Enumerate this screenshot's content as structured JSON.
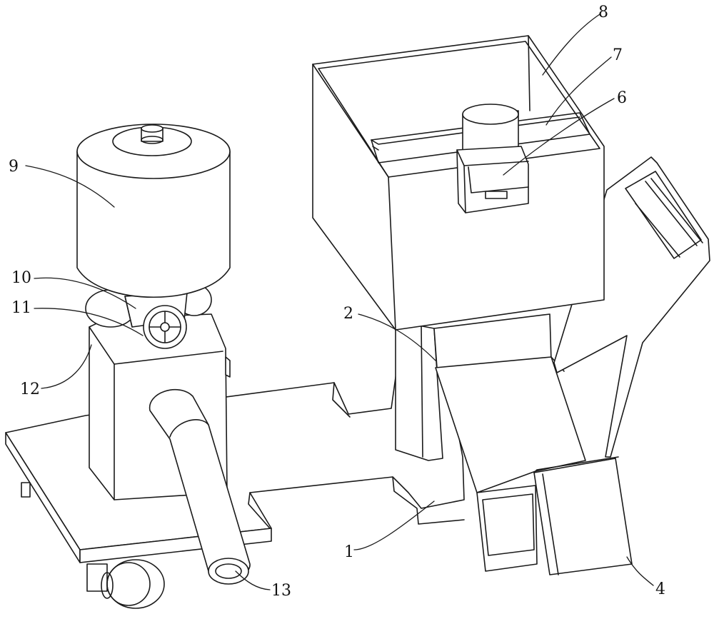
{
  "labels": [
    {
      "id": "1",
      "text": "1"
    },
    {
      "id": "2",
      "text": "2"
    },
    {
      "id": "4",
      "text": "4"
    },
    {
      "id": "6",
      "text": "6"
    },
    {
      "id": "7",
      "text": "7"
    },
    {
      "id": "8",
      "text": "8"
    },
    {
      "id": "9",
      "text": "9"
    },
    {
      "id": "10",
      "text": "10"
    },
    {
      "id": "11",
      "text": "11"
    },
    {
      "id": "12",
      "text": "12"
    },
    {
      "id": "13",
      "text": "13"
    }
  ]
}
